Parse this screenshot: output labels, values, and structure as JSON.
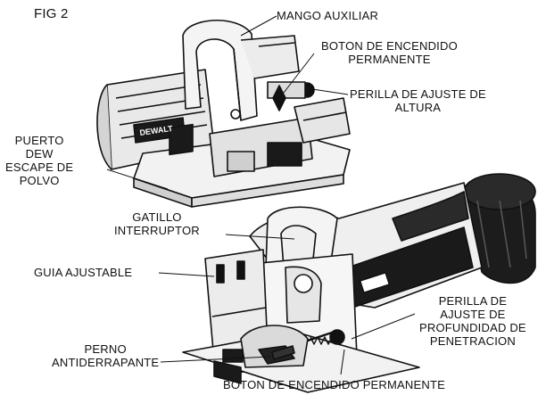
{
  "figure_label": "FIG 2",
  "labels": {
    "mango_auxiliar": [
      "MANGO AUXILIAR"
    ],
    "boton_permanente_top": [
      "BOTON DE ENCENDIDO",
      "PERMANENTE"
    ],
    "perilla_altura": [
      "PERILLA DE AJUSTE DE",
      "ALTURA"
    ],
    "puerto_dew": [
      "PUERTO",
      "DEW",
      "ESCAPE DE",
      "POLVO"
    ],
    "gatillo": [
      "GATILLO",
      "INTERRUPTOR"
    ],
    "guia_ajustable": [
      "GUIA AJUSTABLE"
    ],
    "perilla_profundidad": [
      "PERILLA DE",
      "AJUSTE DE",
      "PROFUNDIDAD DE",
      "PENETRACION"
    ],
    "perno": [
      "PERNO",
      "ANTIDERRAPANTE"
    ],
    "boton_permanente_bottom": [
      "BOTON DE ENCENDIDO PERMANENTE"
    ]
  },
  "brand_mark": "DEWALT"
}
